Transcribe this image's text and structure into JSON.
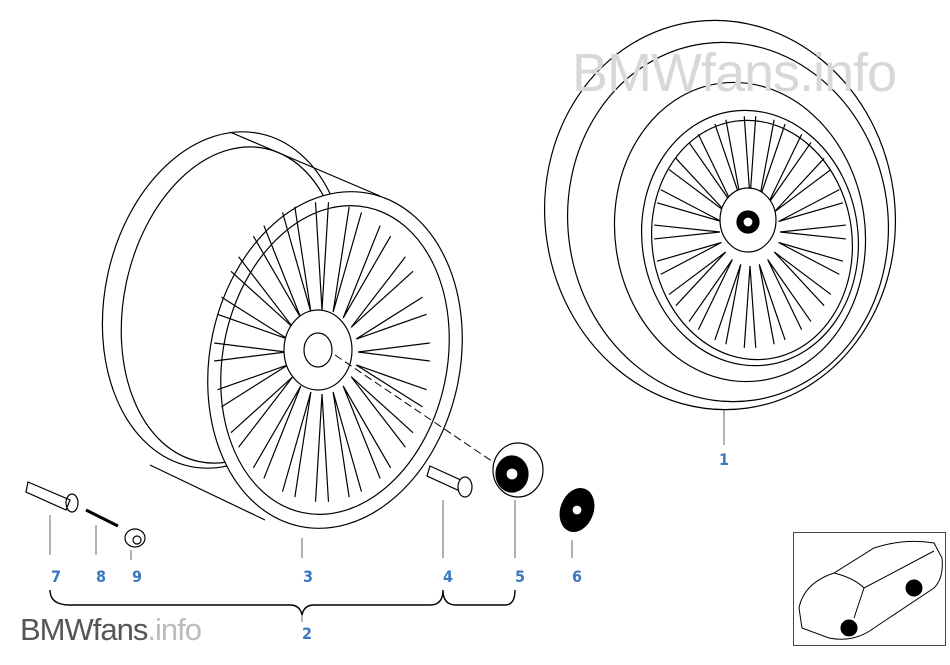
{
  "watermark": "BMWfans.info",
  "logo": {
    "brand": "BMWfans",
    "suffix": ".info"
  },
  "callouts": [
    {
      "id": "1",
      "label": "1"
    },
    {
      "id": "2",
      "label": "2"
    },
    {
      "id": "3",
      "label": "3"
    },
    {
      "id": "4",
      "label": "4"
    },
    {
      "id": "5",
      "label": "5"
    },
    {
      "id": "6",
      "label": "6"
    },
    {
      "id": "7",
      "label": "7"
    },
    {
      "id": "8",
      "label": "8"
    },
    {
      "id": "9",
      "label": "9"
    }
  ],
  "colors": {
    "callout": "#3a78c0",
    "line": "#000000"
  }
}
